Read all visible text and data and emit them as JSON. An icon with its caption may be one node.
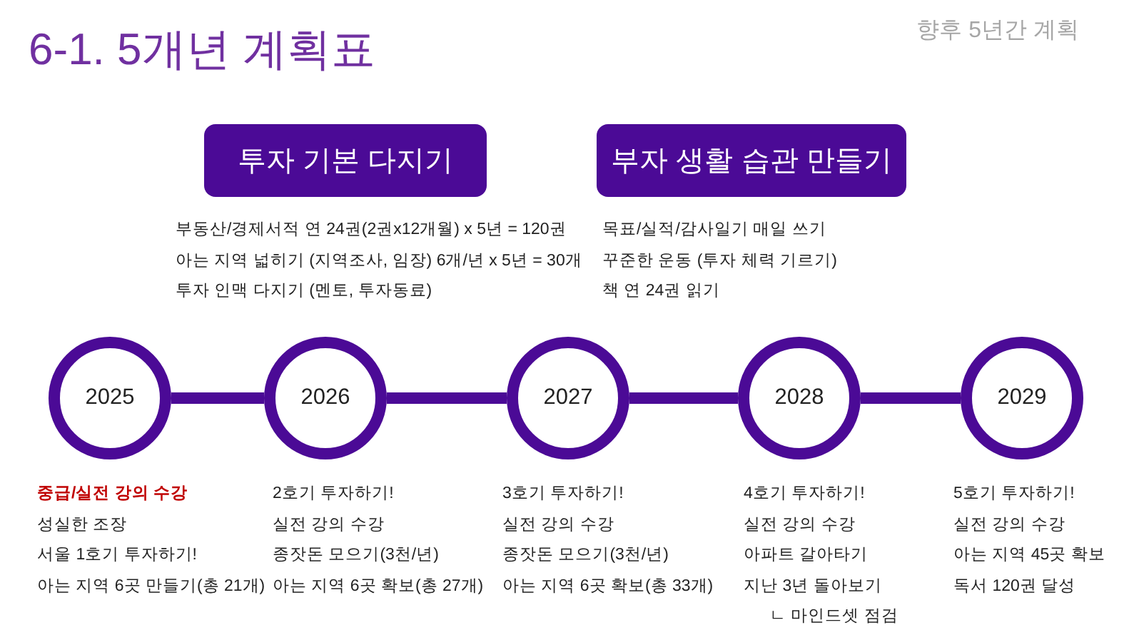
{
  "diagram": {
    "title": "6-1. 5개년 계획표",
    "nodes": [
      {
        "text": [
          "투자 기본 다지기"
        ],
        "beside": [
          "부동산/경제서적 연 24권(2권x12개월) x 5년 = 120권",
          "아는 지역 넓히기 (지역조사, 임장) 6개/년 x 5년 = 30개",
          "투자 인맥 다지기 (멘토, 투자동료)"
        ]
      },
      {
        "text": [
          "부자 생활 습관 만들기"
        ],
        "beside": [
          "목표/실적/감사일기 매일 쓰기",
          "꾸준한 운동 (투자 체력 기르기)",
          "책 연 24권 읽기"
        ]
      },
      {
        "text": [
          "2025"
        ],
        "beside": [
          "중급/실전 강의 수강",
          "성실한 조장",
          "서울 1호기 투자하기!",
          "아는 지역 6곳 만들기(총 21개)"
        ]
      },
      {
        "text": [
          "2026"
        ],
        "beside": [
          "2호기 투자하기!",
          "실전 강의 수강",
          "종잣돈 모으기(3천/년)",
          "아는 지역 6곳 확보(총 27개)"
        ]
      },
      {
        "text": [
          "2027"
        ],
        "beside": [
          "3호기 투자하기!",
          "실전 강의 수강",
          "종잣돈 모으기(3천/년)",
          "아는 지역 6곳 확보(총 33개)"
        ]
      },
      {
        "text": [
          "2028"
        ],
        "beside": [
          "4호기 투자하기!",
          "실전 강의 수강",
          "아파트 갈아타기",
          "지난 3년 돌아보기",
          "ㄴ 마인드셋 점검"
        ]
      },
      {
        "text": [
          "2029"
        ],
        "beside": [
          "5호기 투자하기!",
          "실전 강의 수강",
          "아는 지역 45곳 확보",
          "독서 120권 달성"
        ]
      }
    ],
    "edges": [
      {
        "from": 2,
        "to": 3,
        "arrow": "none"
      },
      {
        "from": 3,
        "to": 4,
        "arrow": "none"
      },
      {
        "from": 4,
        "to": 5,
        "arrow": "none"
      },
      {
        "from": 5,
        "to": 6,
        "arrow": "none"
      }
    ],
    "labels": [
      "향후 5년간 계획"
    ]
  }
}
